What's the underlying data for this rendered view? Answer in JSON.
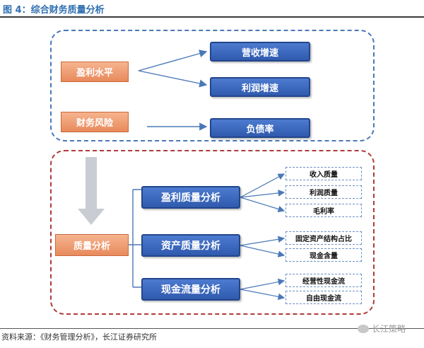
{
  "header": {
    "title": "图 4：综合财务质量分析"
  },
  "top_section": {
    "profit_level": "盈利水平",
    "financial_risk": "财务风险",
    "revenue_growth": "营收增速",
    "profit_growth": "利润增速",
    "debt_ratio": "负债率"
  },
  "bottom_section": {
    "quality_analysis": "质量分析",
    "profit_quality_analysis": "盈利质量分析",
    "asset_quality_analysis": "资产质量分析",
    "cashflow_quality_analysis": "现金流量分析",
    "profit_items": [
      "收入质量",
      "利润质量",
      "毛利率"
    ],
    "asset_items": [
      "固定资产结构占比",
      "现金含量"
    ],
    "cashflow_items": [
      "经营性现金流",
      "自由现金流"
    ]
  },
  "footer": {
    "source": "资料来源：《财务管理分析》，长江证券研究所",
    "watermark": "长江策略"
  },
  "colors": {
    "orange_box": "#e88a5c",
    "blue_box": "#2f5aae",
    "top_frame": "#4a78b8",
    "bottom_frame": "#b03a3a",
    "arrow": "#4a78b8"
  }
}
